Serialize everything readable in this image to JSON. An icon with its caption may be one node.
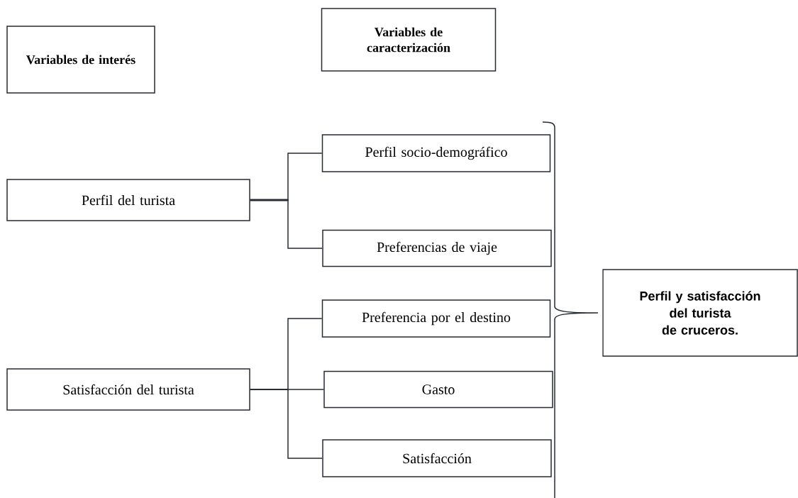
{
  "diagram": {
    "nodes": [
      {
        "text": [
          "Variables de interés"
        ]
      },
      {
        "text": [
          "Variables de caracterización"
        ]
      },
      {
        "text": [
          "Perfil del turista"
        ]
      },
      {
        "text": [
          "Perfil socio-demográfico"
        ]
      },
      {
        "text": [
          "Preferencias de viaje"
        ]
      },
      {
        "text": [
          "Satisfacción del turista"
        ]
      },
      {
        "text": [
          "Preferencia por el destino"
        ]
      },
      {
        "text": [
          "Gasto"
        ]
      },
      {
        "text": [
          "Satisfacción"
        ]
      },
      {
        "text": [
          "Perfil y satisfacción del turista de cruceros."
        ]
      }
    ],
    "edges": [
      {
        "from": 2,
        "to": 3,
        "arrow": "none"
      },
      {
        "from": 2,
        "to": 4,
        "arrow": "none"
      },
      {
        "from": 5,
        "to": 6,
        "arrow": "none"
      },
      {
        "from": 5,
        "to": 7,
        "arrow": "none"
      },
      {
        "from": 5,
        "to": 8,
        "arrow": "none"
      }
    ]
  }
}
